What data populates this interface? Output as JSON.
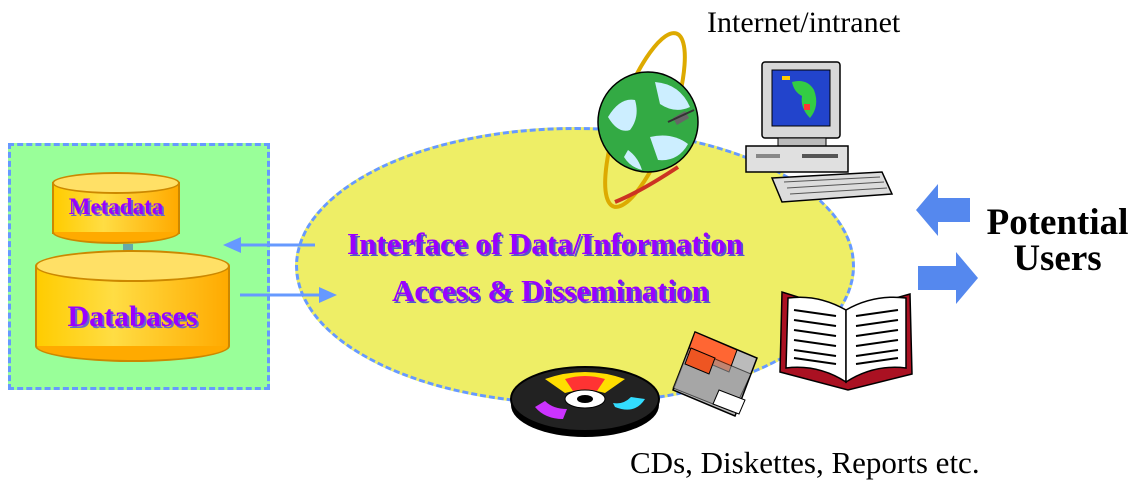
{
  "databases_panel": {
    "metadata_label": "Metadata",
    "databases_label": "Databases"
  },
  "interface": {
    "title_line1": "Interface of Data/Information",
    "title_line2": "Access & Dissemination"
  },
  "channels": {
    "internet_label": "Internet/intranet",
    "media_label": "CDs, Diskettes, Reports etc."
  },
  "users": {
    "label_line1": "Potential",
    "label_line2": "Users"
  },
  "colors": {
    "panel_bg": "#99ff99",
    "dash_border": "#6699ff",
    "ellipse_bg": "#eeee66",
    "cylinder": "#ffcc00",
    "title_text": "#9900ff",
    "arrow": "#6699ff",
    "user_arrow": "#5588ee"
  },
  "icons": [
    "database-cylinder-icon",
    "globe-satellite-icon",
    "desktop-computer-icon",
    "cd-disc-icon",
    "diskette-icon",
    "open-book-icon",
    "arrow-icon"
  ]
}
